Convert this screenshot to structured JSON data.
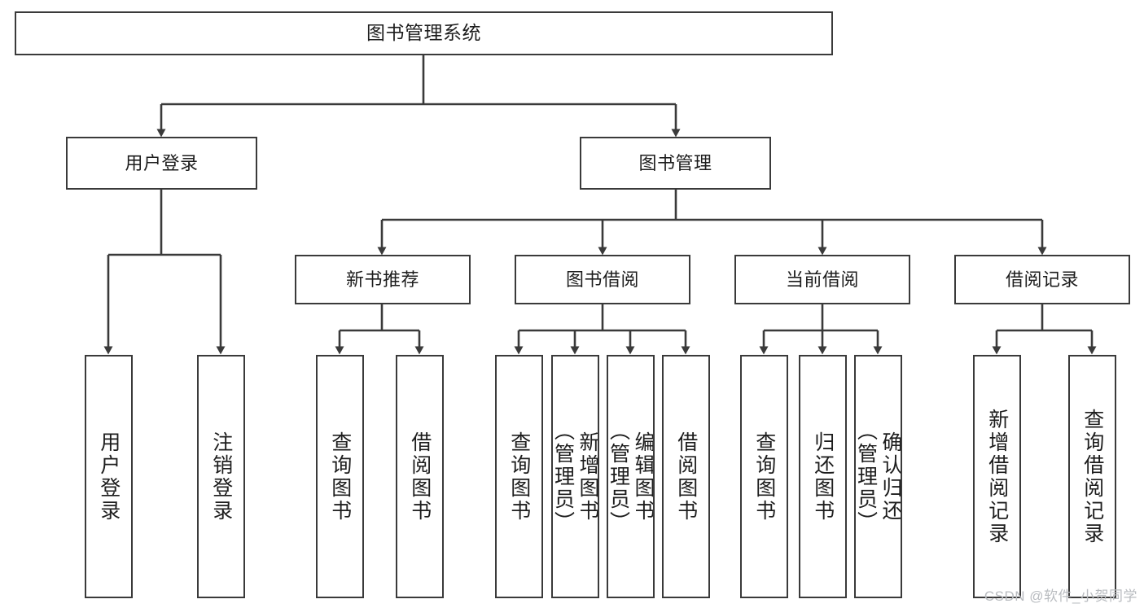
{
  "diagram": {
    "title": "图书管理系统",
    "type": "tree-hierarchy",
    "arrow_color": "#3a3a3a",
    "box_border_color": "#3a3a3a",
    "box_fill_color": "#ffffff",
    "background_color": "#ffffff",
    "levels": {
      "root": {
        "label": "图书管理系统"
      },
      "level2": [
        {
          "label": "用户登录"
        },
        {
          "label": "图书管理"
        }
      ],
      "level3": [
        {
          "label": "新书推荐"
        },
        {
          "label": "图书借阅"
        },
        {
          "label": "当前借阅"
        },
        {
          "label": "借阅记录"
        }
      ],
      "leaves": {
        "user_login": [
          {
            "label": "用户登录"
          },
          {
            "label": "注销登录"
          }
        ],
        "new_book_recommend": [
          {
            "label": "查询图书"
          },
          {
            "label": "借阅图书"
          }
        ],
        "book_borrow": [
          {
            "label": "查询图书"
          },
          {
            "label": "新增图书\n（管理员）"
          },
          {
            "label": "编辑图书\n（管理员）"
          },
          {
            "label": "借阅图书"
          }
        ],
        "current_borrow": [
          {
            "label": "查询图书"
          },
          {
            "label": "归还图书"
          },
          {
            "label": "确认归还\n（管理员）"
          }
        ],
        "borrow_record": [
          {
            "label": "新增借阅记录"
          },
          {
            "label": "查询借阅记录"
          }
        ]
      }
    }
  },
  "watermark": {
    "text": "CSDN @软件_小贺同学",
    "color": "#b9bcc0"
  }
}
